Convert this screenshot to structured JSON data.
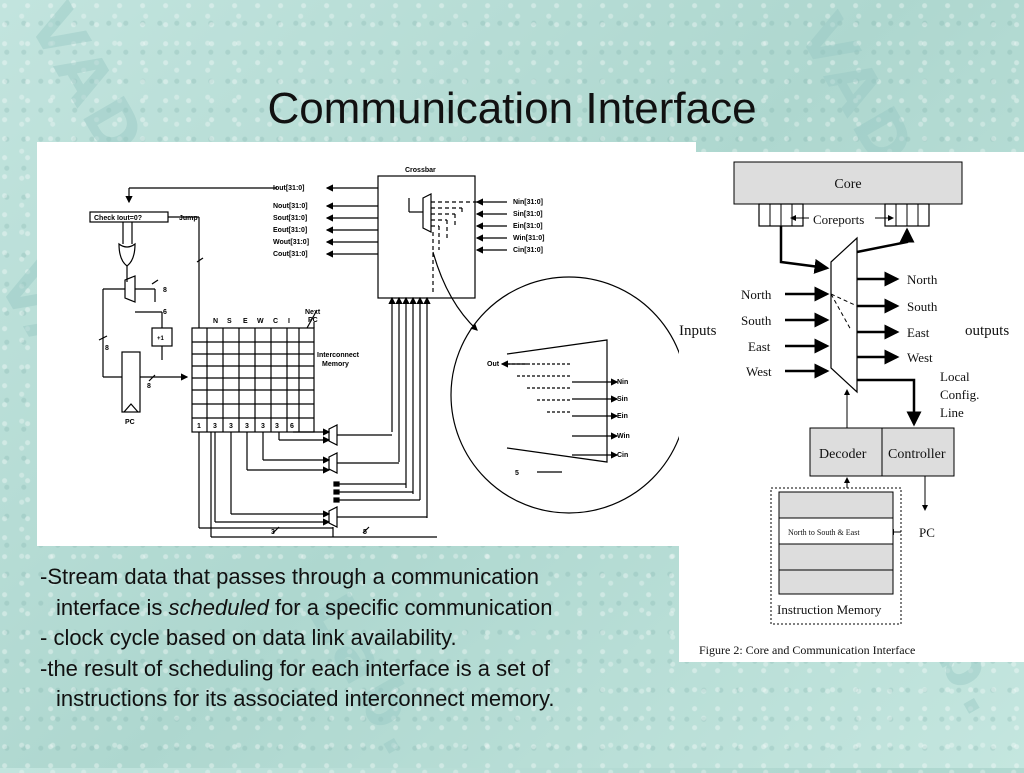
{
  "slide": {
    "title": "Communication Interface",
    "bullets": [
      "-Stream data that passes through a communication",
      "interface is",
      "scheduled",
      "for a specific communication",
      "- clock cycle based on data link availability.",
      "-the result of scheduling for each interface is a set of",
      "instructions for its associated interconnect memory."
    ]
  },
  "left_figure": {
    "crossbar_label": "Crossbar",
    "check_label": "Check Iout=0?",
    "jump_label": "Jump",
    "outputs": [
      "Iout[31:0]",
      "Nout[31:0]",
      "Sout[31:0]",
      "Eout[31:0]",
      "Wout[31:0]",
      "Cout[31:0]"
    ],
    "inputs": [
      "Nin[31:0]",
      "Sin[31:0]",
      "Ein[31:0]",
      "Win[31:0]",
      "Cin[31:0]"
    ],
    "mem_columns": [
      "N",
      "S",
      "E",
      "W",
      "C",
      "I"
    ],
    "next_pc": "Next\nPC",
    "next_pc_1": "Next",
    "next_pc_2": "PC",
    "interconnect_1": "Interconnect",
    "interconnect_2": "Memory",
    "mem_bits": [
      "1",
      "3",
      "3",
      "3",
      "3",
      "3",
      "6"
    ],
    "pc_label": "PC",
    "plus_one": "+1",
    "bus8": "8",
    "bus6": "6",
    "bus3": "3",
    "bus5": "5",
    "detail_out": "Out",
    "detail_inputs": [
      "Nin",
      "Sin",
      "Ein",
      "Win",
      "Cin"
    ]
  },
  "right_figure": {
    "core": "Core",
    "coreports": "Coreports",
    "inputs_label": "Inputs",
    "outputs_label": "outputs",
    "in_dirs": [
      "North",
      "South",
      "East",
      "West"
    ],
    "out_dirs": [
      "North",
      "South",
      "East",
      "West"
    ],
    "local_config_1": "Local",
    "local_config_2": "Config.",
    "local_config_3": "Line",
    "decoder": "Decoder",
    "controller": "Controller",
    "pc": "PC",
    "instr_row": "North to South & East",
    "instr_memory": "Instruction Memory",
    "caption": "Figure 2: Core and Communication Interface"
  }
}
